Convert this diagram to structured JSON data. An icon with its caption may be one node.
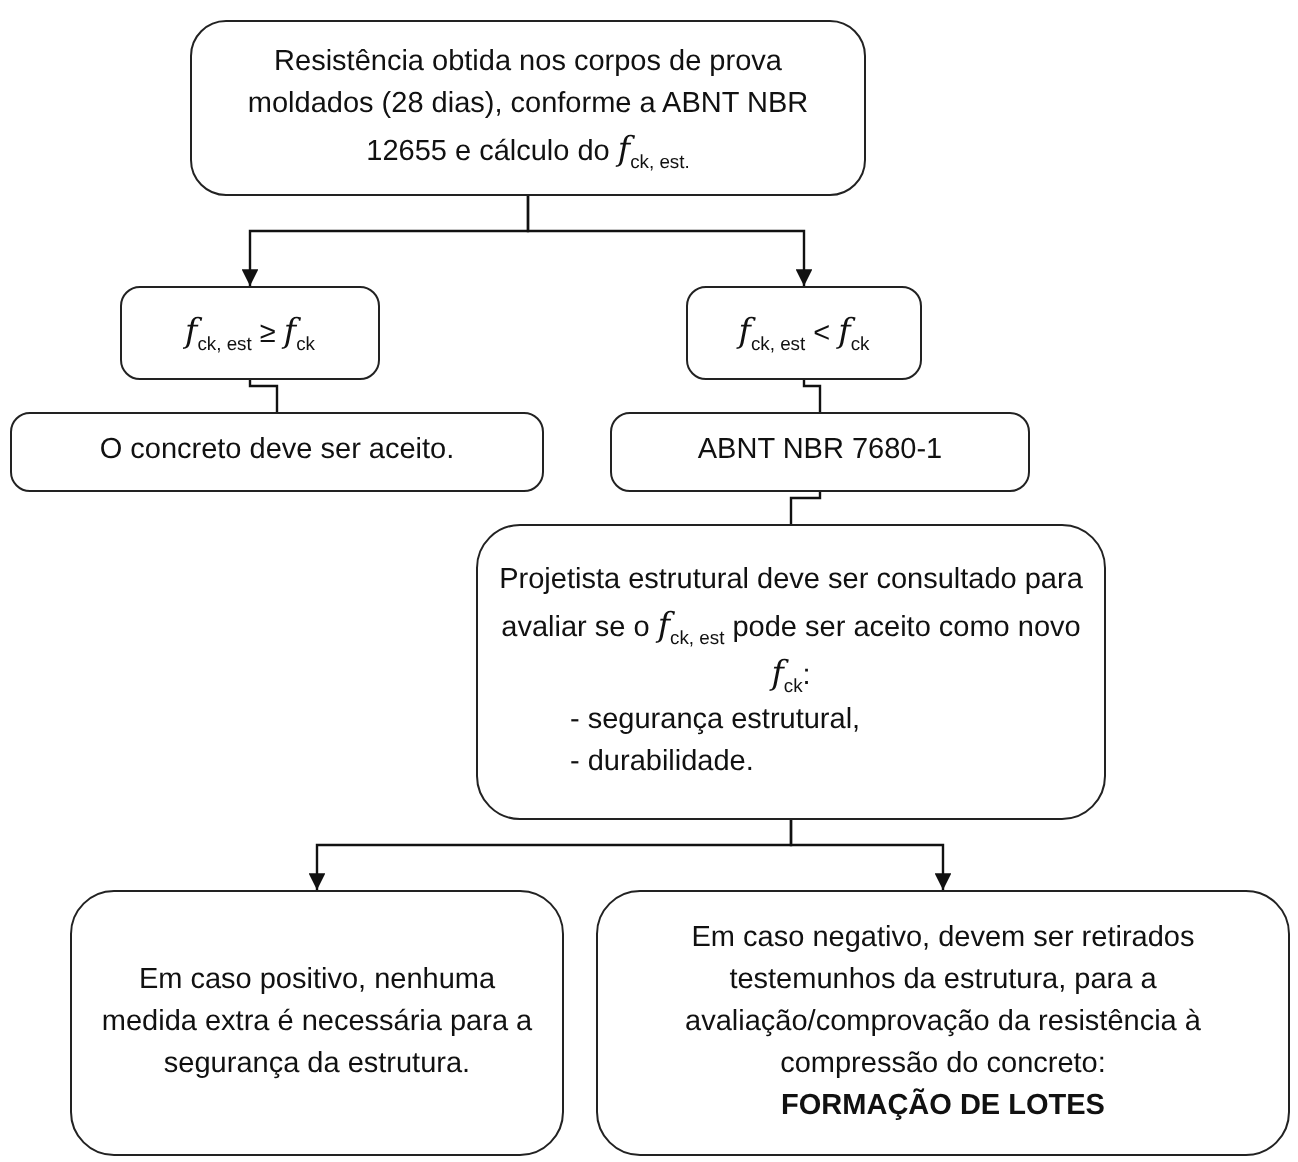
{
  "diagram": {
    "nodes": [
      {
        "text": [
          "Resistência obtida nos corpos de prova moldados (28 dias), conforme a ABNT NBR 12655 e cálculo do *f*$_{ck, est.}$"
        ]
      },
      {
        "text": [
          "*f*$_{ck, est}$ ≥ *f*$_{ck}$"
        ]
      },
      {
        "text": [
          "O concreto deve ser aceito."
        ]
      },
      {
        "text": [
          "*f*$_{ck, est}$ < *f*$_{ck}$"
        ]
      },
      {
        "text": [
          "ABNT NBR 7680-1"
        ]
      },
      {
        "text": [
          "Projetista estrutural deve ser consultado para avaliar se o *f*$_{ck, est}$ pode ser aceito como novo *f*$_{ck}$:",
          "- segurança estrutural,",
          "- durabilidade."
        ]
      },
      {
        "text": [
          "Em caso positivo, nenhuma medida extra é necessária para a segurança da estrutura."
        ]
      },
      {
        "text": [
          "Em caso negativo, devem ser retirados testemunhos da estrutura, para a avaliação/comprovação da resistência à compressão do concreto:",
          "FORMAÇÃO DE LOTES"
        ]
      }
    ],
    "edges": [
      {
        "from": 0,
        "to": 1,
        "arrow": "to"
      },
      {
        "from": 0,
        "to": 3,
        "arrow": "to"
      },
      {
        "from": 1,
        "to": 2,
        "arrow": "none"
      },
      {
        "from": 3,
        "to": 4,
        "arrow": "none"
      },
      {
        "from": 4,
        "to": 5,
        "arrow": "none"
      },
      {
        "from": 5,
        "to": 6,
        "arrow": "to"
      },
      {
        "from": 5,
        "to": 7,
        "arrow": "to"
      }
    ]
  }
}
